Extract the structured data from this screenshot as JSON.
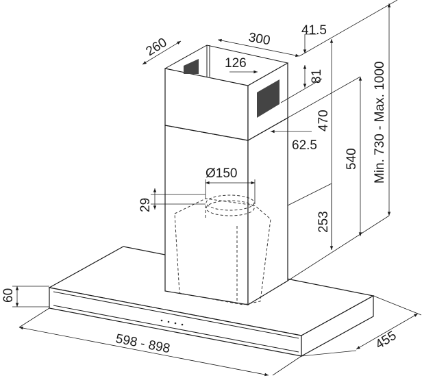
{
  "dimensions": {
    "chimney_depth": "260",
    "chimney_width": "300",
    "offset_top": "41.5",
    "vent_offset": "126",
    "vent_height": "81",
    "upper_height": "470",
    "vent_depth": "62.5",
    "lower_height": "540",
    "total_height": "Min. 730 - Max. 1000",
    "duct_diameter": "Ø150",
    "collar_height": "29",
    "motor_height": "253",
    "canopy_thickness": "60",
    "canopy_width": "598 - 898",
    "canopy_depth": "455"
  }
}
